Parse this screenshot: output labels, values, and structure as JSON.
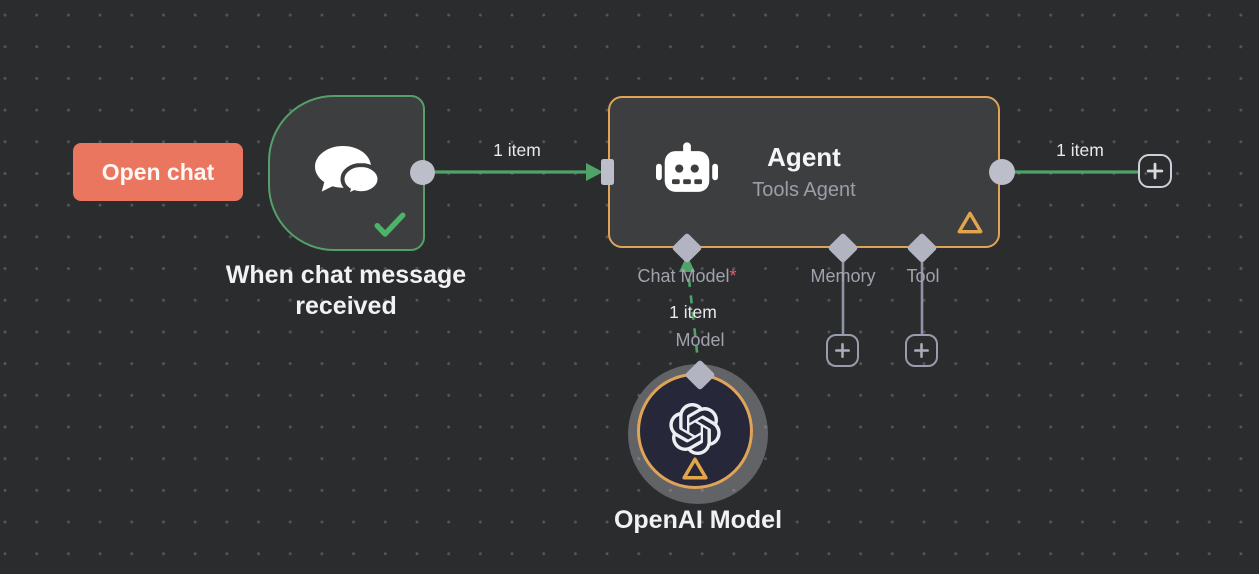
{
  "canvas": {
    "type": "workflow-editor",
    "background_color": "#2b2c2e",
    "grid_dot_color": "#54555a"
  },
  "colors": {
    "accent_green": "#4fa368",
    "accent_orange": "#dfa457",
    "button_coral": "#ea765f",
    "connector_gray": "#bcbec9",
    "port_gray": "#989cad",
    "muted_text": "#a0a3ad",
    "required_red": "#e0606d",
    "openai_fill": "#26283a"
  },
  "open_chat_button": {
    "label": "Open chat"
  },
  "trigger_node": {
    "label_line1": "When chat message",
    "label_line2": "received",
    "icon": "chat-bubbles-icon",
    "status_icon": "check-icon"
  },
  "agent_node": {
    "title": "Agent",
    "subtitle": "Tools Agent",
    "icon": "robot-icon",
    "warning_icon": "warning-triangle-icon",
    "ports": {
      "chat_model": {
        "label": "Chat Model",
        "required_marker": "*"
      },
      "memory": {
        "label": "Memory"
      },
      "tool": {
        "label": "Tool"
      }
    }
  },
  "openai_node": {
    "label": "OpenAI Model",
    "icon": "openai-logo-icon",
    "warning_icon": "warning-triangle-icon"
  },
  "connections": {
    "trigger_to_agent": {
      "label": "1 item"
    },
    "agent_to_plus": {
      "label": "1 item"
    },
    "openai_to_chat_model": {
      "items_label": "1 item",
      "port_label": "Model"
    }
  }
}
